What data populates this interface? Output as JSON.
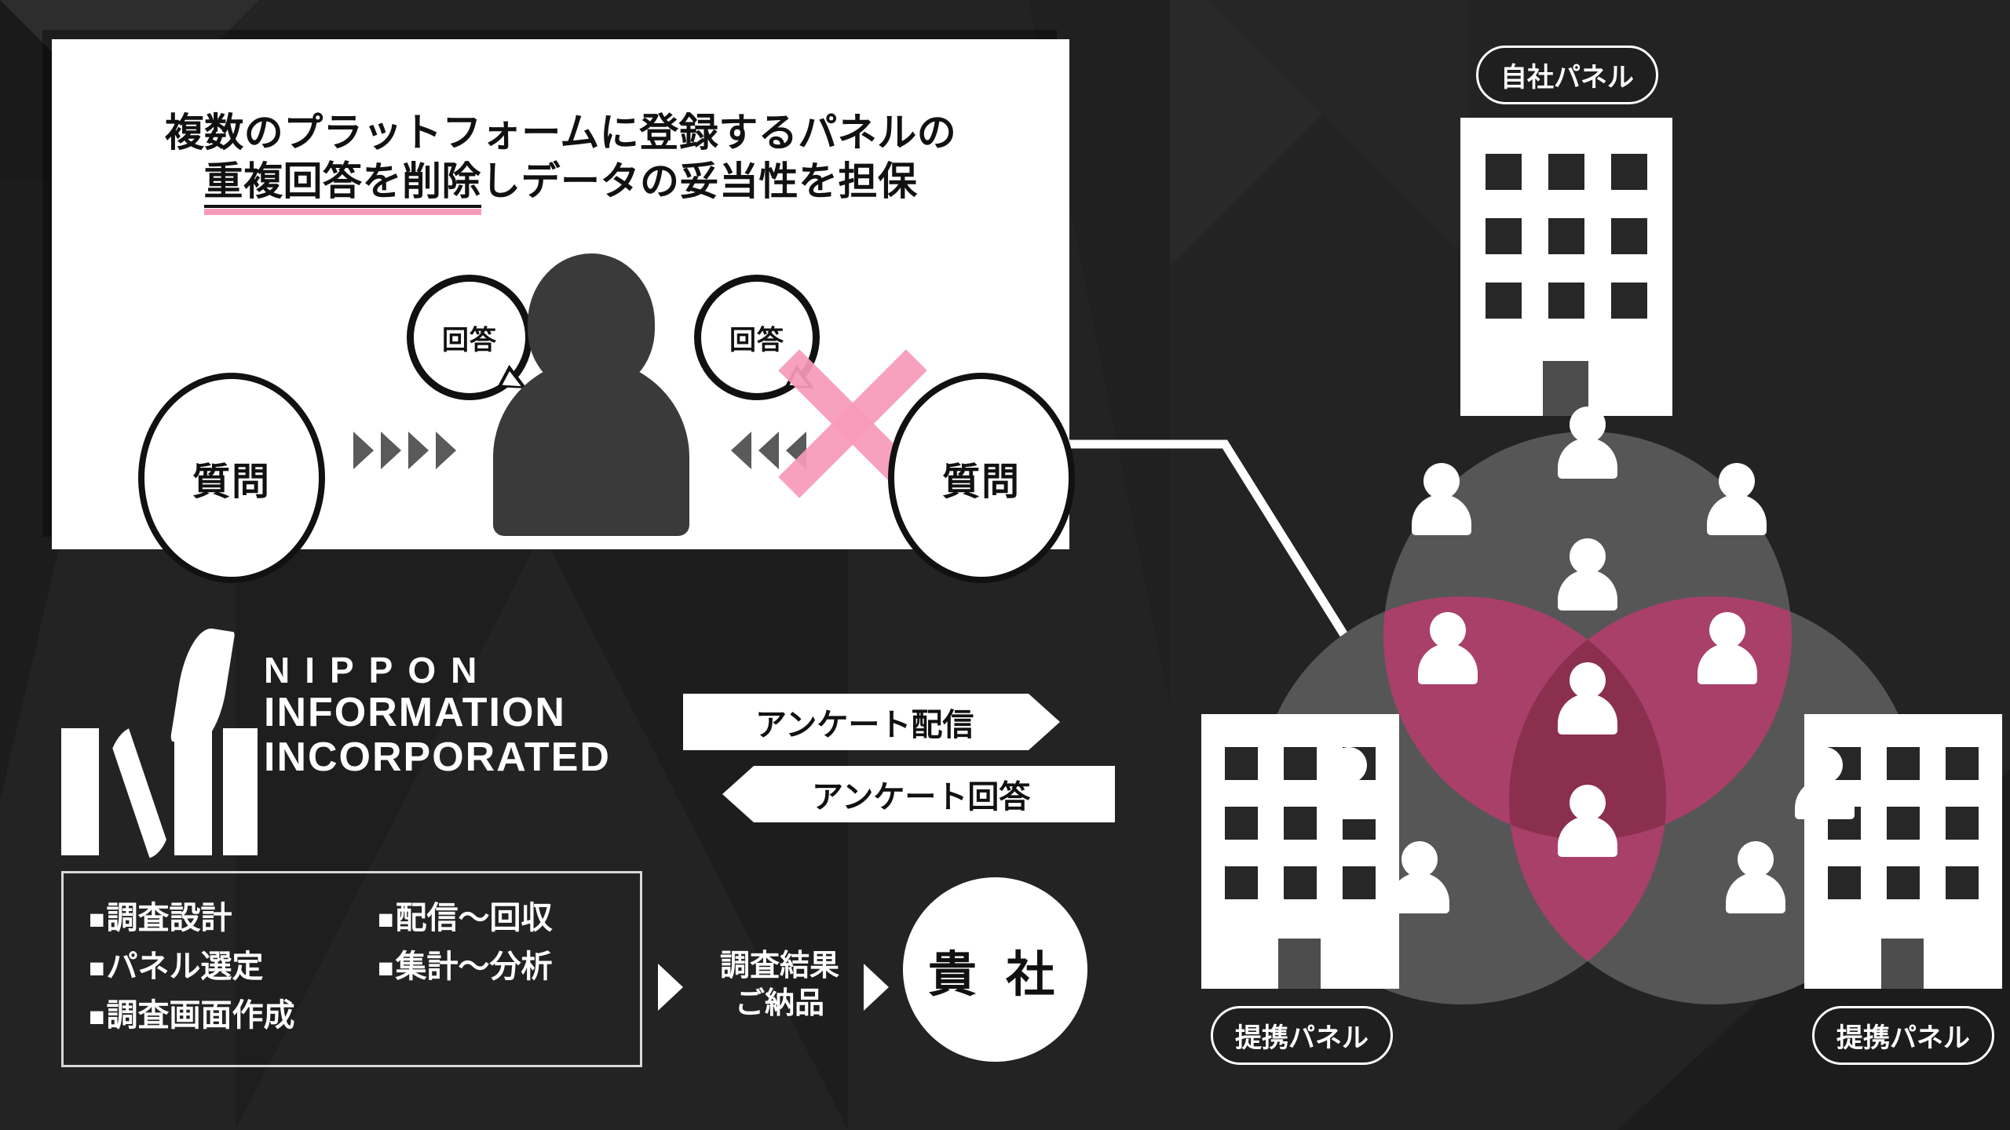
{
  "card": {
    "headline_line1": "複数のプラットフォームに登録するパネルの",
    "headline_underlined": "重複回答を削除",
    "headline_tail": "しデータの妥当性を担保",
    "question_left": "質問",
    "question_right": "質問",
    "bubble_left": "回答",
    "bubble_right": "回答",
    "x_mark": "duplicate-rejected"
  },
  "logo": {
    "line1": "NIPPON",
    "line2": "INFORMATION",
    "line3": "INCORPORATED"
  },
  "services": {
    "column_a": [
      "調査設計",
      "パネル選定",
      "調査画面作成"
    ],
    "column_b": [
      "配信～回収",
      "集計～分析"
    ],
    "bullet": "■"
  },
  "flow": {
    "banner_send": "アンケート配信",
    "banner_reply": "アンケート回答",
    "delivery_line1": "調査結果",
    "delivery_line2": "ご納品",
    "client": "貴 社"
  },
  "panels": {
    "own_label": "自社パネル",
    "partner_left_label": "提携パネル",
    "partner_right_label": "提携パネル"
  },
  "colors": {
    "background": "#232323",
    "card": "#ffffff",
    "accent_pink": "#f79ab9",
    "venn_circle": "#565656",
    "venn_overlap_pair": "#a8406a",
    "venn_overlap_triple": "#8b2f4f",
    "silhouette": "#3a3a3a",
    "chevron": "#5a5a5a"
  }
}
